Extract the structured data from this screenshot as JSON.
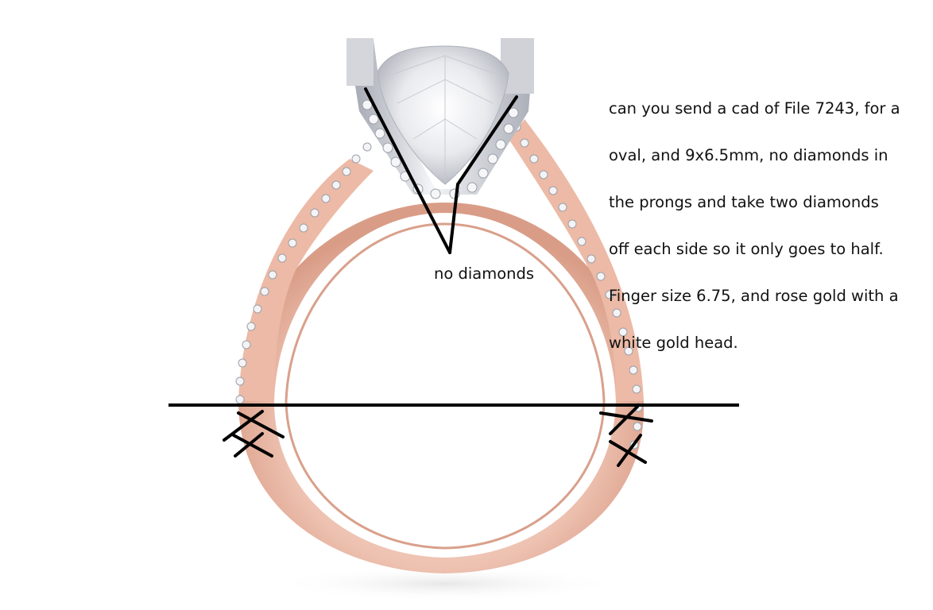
{
  "instructions": {
    "lines": [
      "can you send a cad of File 7243, for a",
      "oval, and 9x6.5mm, no diamonds in",
      "the prongs and take two diamonds",
      "off each side so it only goes to half.",
      "Finger size 6.75, and rose gold with a",
      "white gold head."
    ]
  },
  "annotation": {
    "label": "no diamonds"
  },
  "colors": {
    "rose_gold": "#e9b9a4",
    "rose_gold_shadow": "#c98e78",
    "white_gold": "#e6e7ec",
    "ink": "#000000"
  }
}
